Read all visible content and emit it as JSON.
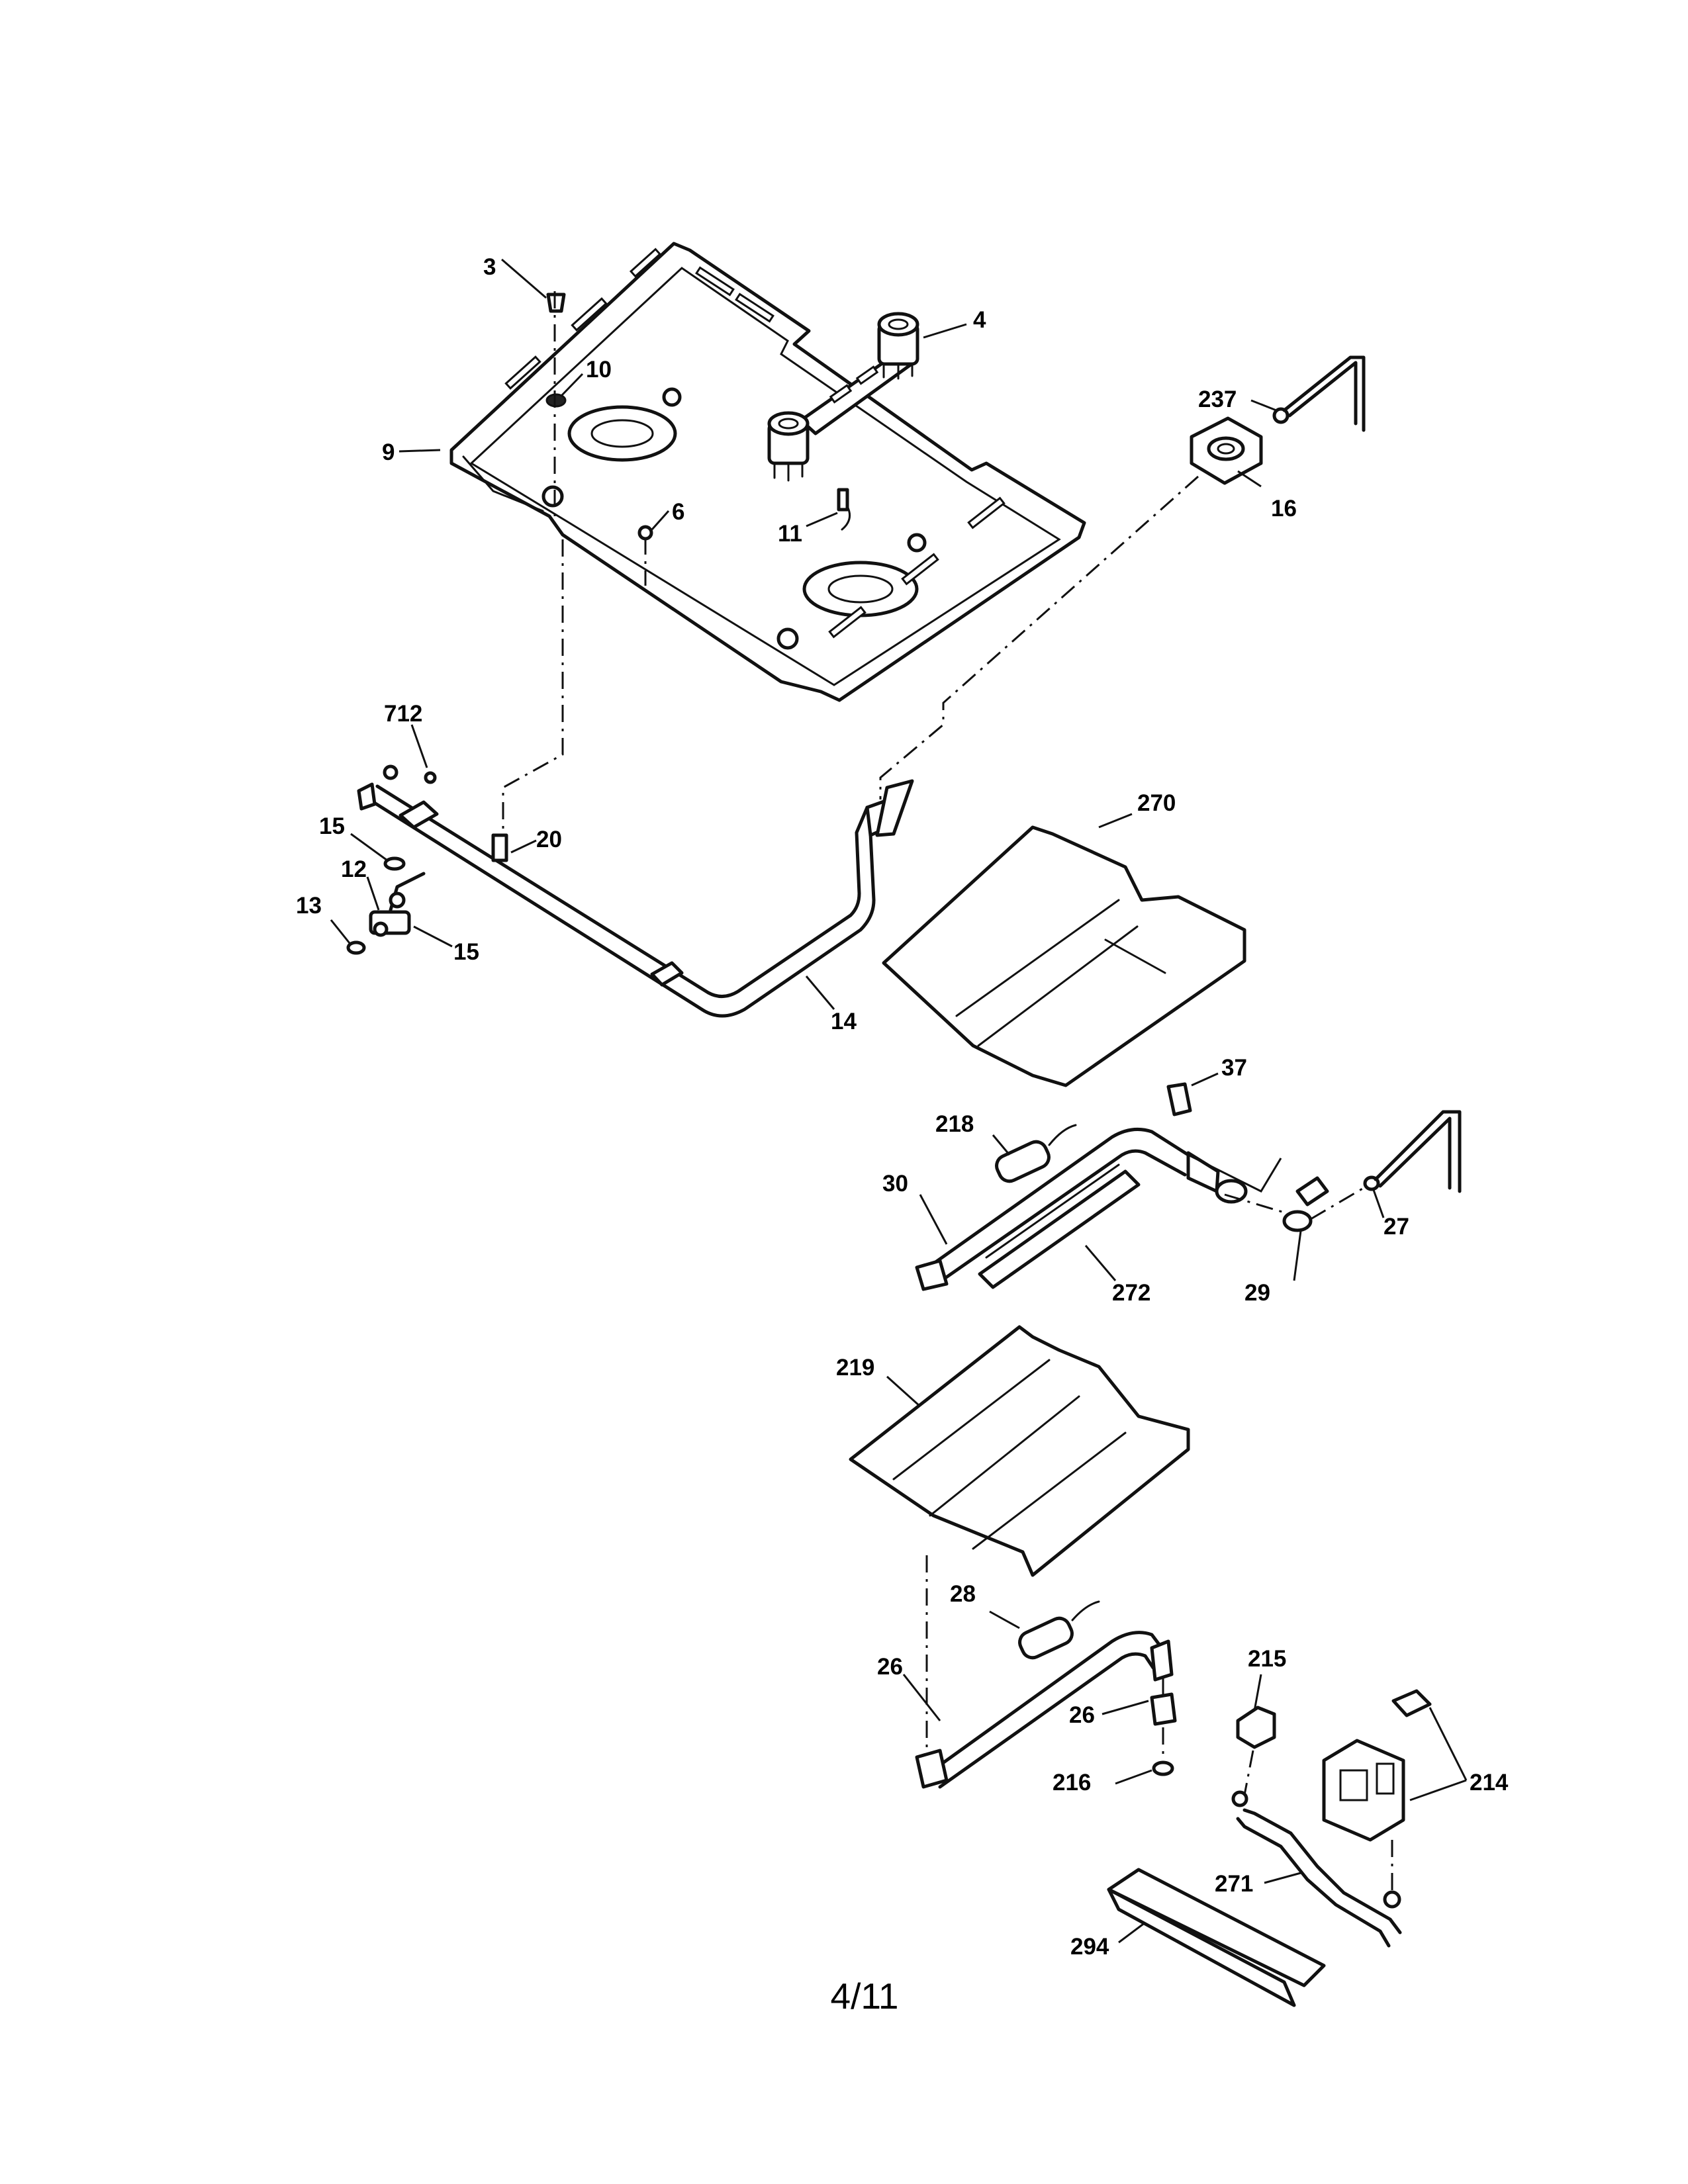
{
  "diagram": {
    "callouts": [
      "3",
      "4",
      "10",
      "237",
      "9",
      "16",
      "6",
      "11",
      "712",
      "270",
      "20",
      "15",
      "12",
      "13",
      "15",
      "14",
      "37",
      "218",
      "30",
      "27",
      "29",
      "272",
      "219",
      "28",
      "215",
      "26",
      "26",
      "214",
      "216",
      "271",
      "294"
    ],
    "page_number": "4/11"
  }
}
